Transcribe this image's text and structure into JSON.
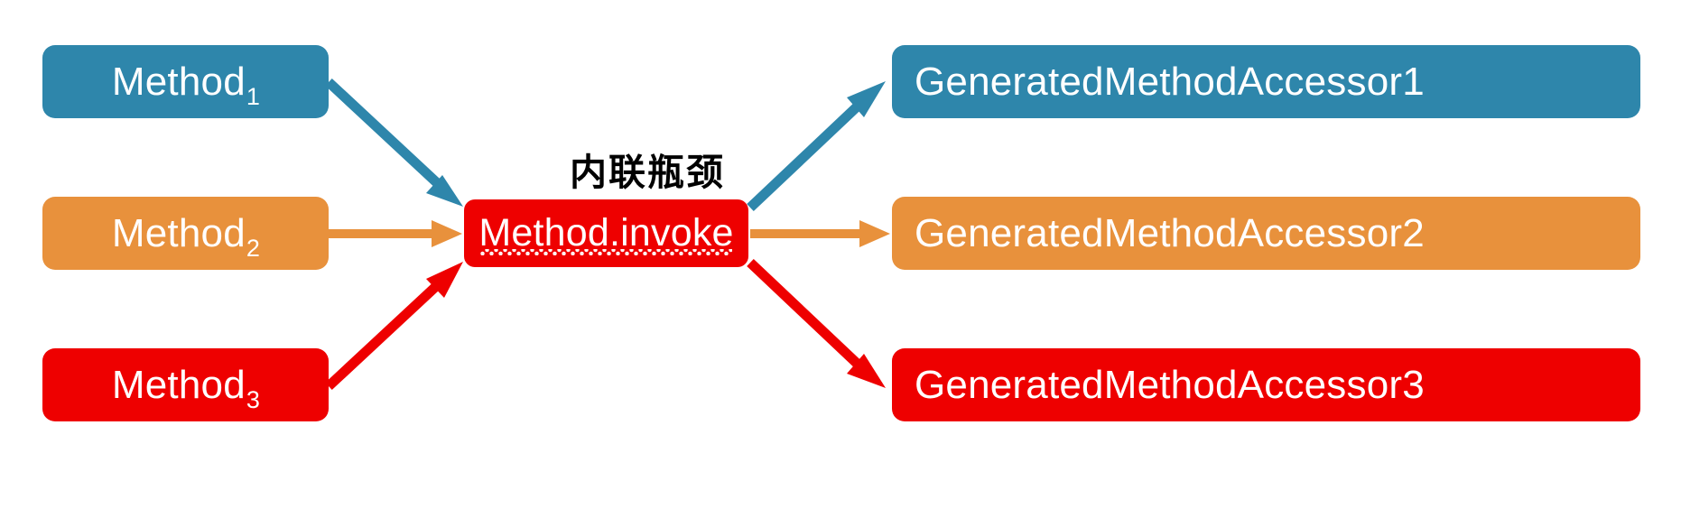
{
  "diagram": {
    "title_caption": "内联瓶颈",
    "colors": {
      "blue": "#2E86AB",
      "orange": "#E8913C",
      "red": "#EE0000",
      "background": "#FFFFFF",
      "node_text": "#FFFFFF",
      "caption_text": "#000000"
    },
    "left_nodes": [
      {
        "base": "Method",
        "subscript": "1",
        "color": "#2E86AB",
        "name": "method-1"
      },
      {
        "base": "Method",
        "subscript": "2",
        "color": "#E8913C",
        "name": "method-2"
      },
      {
        "base": "Method",
        "subscript": "3",
        "color": "#EE0000",
        "name": "method-3"
      }
    ],
    "center_node": {
      "label": "Method.invoke",
      "color": "#EE0000",
      "has_spellcheck_underline": true
    },
    "right_nodes": [
      {
        "label": "GeneratedMethodAccessor1",
        "color": "#2E86AB",
        "name": "accessor-1"
      },
      {
        "label": "GeneratedMethodAccessor2",
        "color": "#E8913C",
        "name": "accessor-2"
      },
      {
        "label": "GeneratedMethodAccessor3",
        "color": "#EE0000",
        "name": "accessor-3"
      }
    ],
    "arrows": [
      {
        "name": "arrow-method1-to-invoke",
        "color": "#2E86AB",
        "direction": "down-right"
      },
      {
        "name": "arrow-method2-to-invoke",
        "color": "#E8913C",
        "direction": "right"
      },
      {
        "name": "arrow-method3-to-invoke",
        "color": "#EE0000",
        "direction": "up-right"
      },
      {
        "name": "arrow-invoke-to-accessor1",
        "color": "#2E86AB",
        "direction": "up-right"
      },
      {
        "name": "arrow-invoke-to-accessor2",
        "color": "#E8913C",
        "direction": "right"
      },
      {
        "name": "arrow-invoke-to-accessor3",
        "color": "#EE0000",
        "direction": "down-right"
      }
    ]
  }
}
